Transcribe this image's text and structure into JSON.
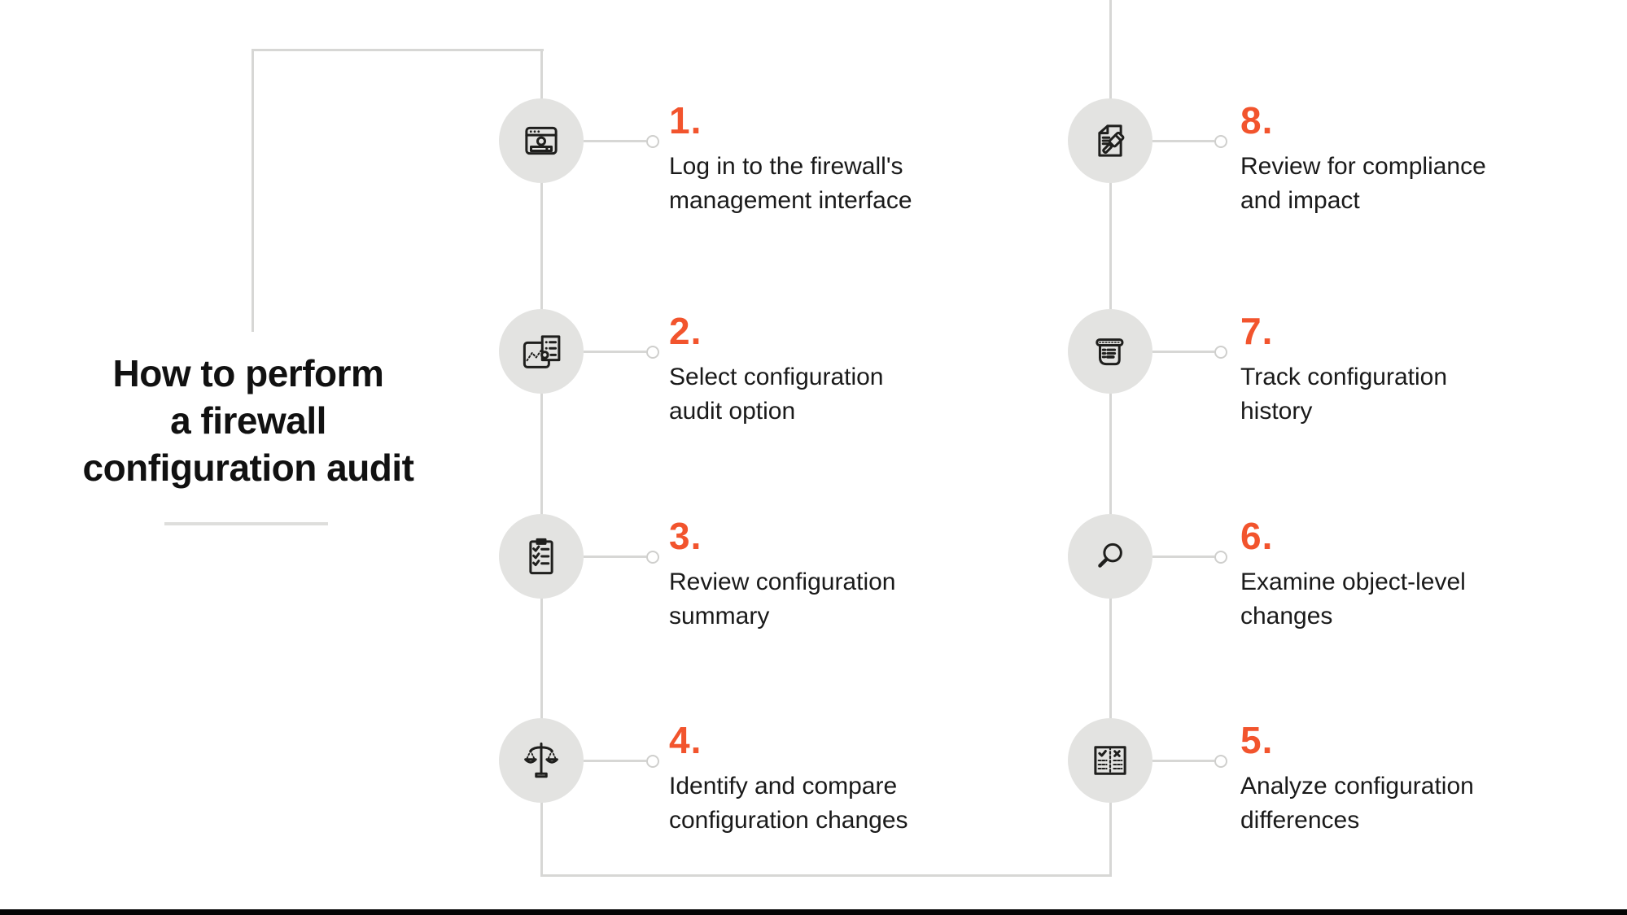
{
  "title": {
    "text": "How to perform\na firewall\nconfiguration audit"
  },
  "colors": {
    "accent": "#f2542d",
    "circle_bg": "#e3e3e1",
    "connector_line": "#d7d7d5",
    "text": "#1a1a1a",
    "icon_stroke": "#1f1f1d"
  },
  "steps": [
    {
      "num": "1.",
      "icon": "browser-login-icon",
      "label": "Log in to the firewall's\nmanagement interface"
    },
    {
      "num": "2.",
      "icon": "audit-option-icon",
      "label": "Select configuration\naudit option"
    },
    {
      "num": "3.",
      "icon": "checklist-clipboard-icon",
      "label": "Review configuration\nsummary"
    },
    {
      "num": "4.",
      "icon": "balance-scale-icon",
      "label": "Identify and compare\nconfiguration changes"
    },
    {
      "num": "5.",
      "icon": "comparison-table-icon",
      "label": "Analyze configuration\ndifferences"
    },
    {
      "num": "6.",
      "icon": "magnifier-icon",
      "label": "Examine object-level\nchanges"
    },
    {
      "num": "7.",
      "icon": "scroll-history-icon",
      "label": "Track configuration\nhistory"
    },
    {
      "num": "8.",
      "icon": "document-gavel-icon",
      "label": "Review for compliance\nand impact"
    }
  ]
}
